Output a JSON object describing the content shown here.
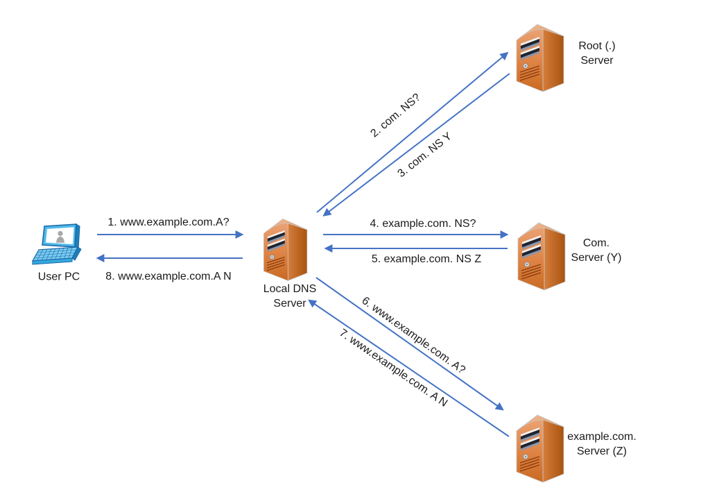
{
  "diagram_type": "dns-resolution-flow",
  "nodes": {
    "user_pc": {
      "label": "User PC",
      "icon": "laptop-icon"
    },
    "local_dns": {
      "label": "Local DNS\nServer",
      "icon": "server-tower-icon"
    },
    "root_server": {
      "label": "Root (.)\nServer",
      "icon": "server-tower-icon"
    },
    "com_server": {
      "label": "Com.\nServer (Y)",
      "icon": "server-tower-icon"
    },
    "example_server": {
      "label": "example.com.\nServer (Z)",
      "icon": "server-tower-icon"
    }
  },
  "messages": [
    {
      "step": 1,
      "label": "1. www.example.com.A?",
      "from": "user_pc",
      "to": "local_dns"
    },
    {
      "step": 2,
      "label": "2. com. NS?",
      "from": "local_dns",
      "to": "root_server"
    },
    {
      "step": 3,
      "label": "3. com. NS Y",
      "from": "root_server",
      "to": "local_dns"
    },
    {
      "step": 4,
      "label": "4. example.com. NS?",
      "from": "local_dns",
      "to": "com_server"
    },
    {
      "step": 5,
      "label": "5. example.com. NS Z",
      "from": "com_server",
      "to": "local_dns"
    },
    {
      "step": 6,
      "label": "6. www.example.com. A?",
      "from": "local_dns",
      "to": "example_server"
    },
    {
      "step": 7,
      "label": "7. www.example.com. A N",
      "from": "example_server",
      "to": "local_dns"
    },
    {
      "step": 8,
      "label": "8. www.example.com.A N",
      "from": "local_dns",
      "to": "user_pc"
    }
  ],
  "colors": {
    "arrow": "#4472C4",
    "server_orange_light": "#EBA273",
    "server_orange_dark": "#B5591B",
    "laptop_blue": "#4FB6E8",
    "text": "#1a1a1a",
    "background": "#ffffff"
  }
}
